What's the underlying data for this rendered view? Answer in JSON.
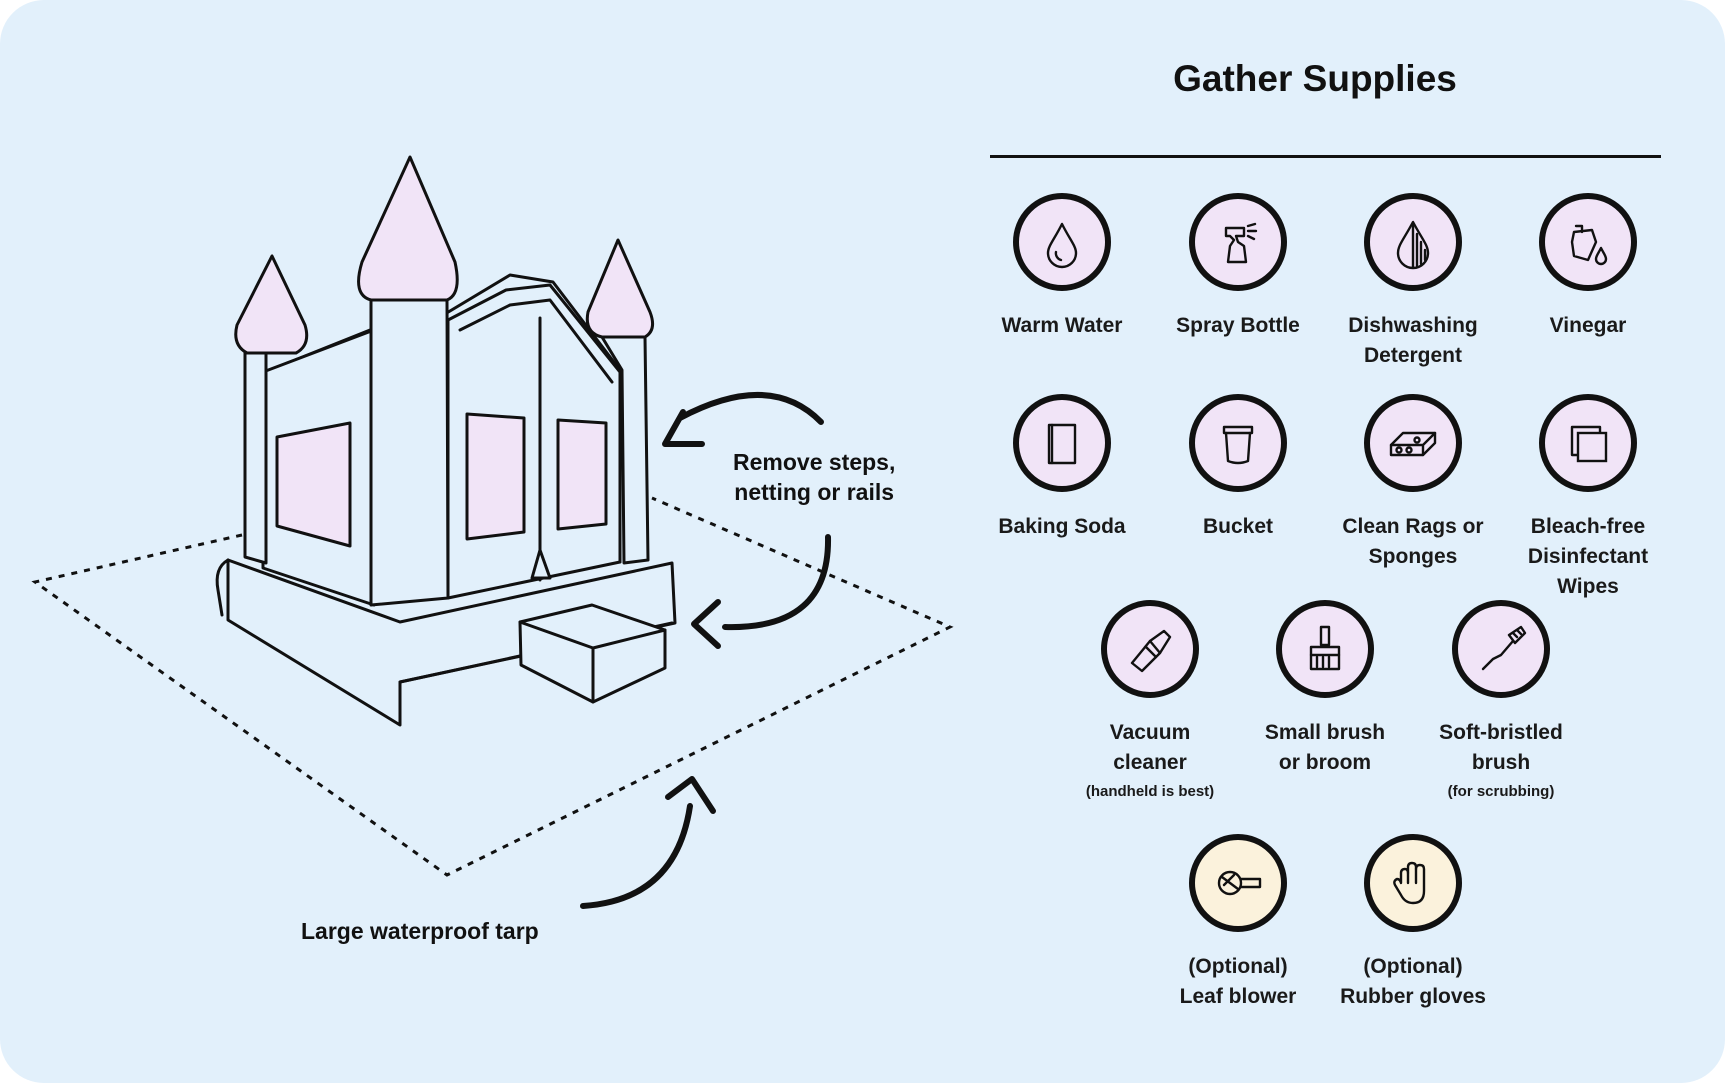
{
  "colors": {
    "background": "#e2f0fb",
    "icon_fill_primary": "#f1e4f7",
    "icon_fill_optional": "#fbf2dc",
    "line": "#111111"
  },
  "callouts": {
    "remove_steps": [
      "Remove steps,",
      "netting or rails"
    ],
    "tarp": "Large waterproof tarp"
  },
  "supplies": {
    "title": "Gather Supplies",
    "items": [
      {
        "icon": "water-drop-icon",
        "lines": [
          "Warm Water"
        ],
        "note": "",
        "optional": false
      },
      {
        "icon": "spray-bottle-icon",
        "lines": [
          "Spray Bottle"
        ],
        "note": "",
        "optional": false
      },
      {
        "icon": "detergent-drop-icon",
        "lines": [
          "Dishwashing",
          "Detergent"
        ],
        "note": "",
        "optional": false
      },
      {
        "icon": "vinegar-pour-icon",
        "lines": [
          "Vinegar"
        ],
        "note": "",
        "optional": false
      },
      {
        "icon": "baking-soda-box-icon",
        "lines": [
          "Baking Soda"
        ],
        "note": "",
        "optional": false
      },
      {
        "icon": "bucket-icon",
        "lines": [
          "Bucket"
        ],
        "note": "",
        "optional": false
      },
      {
        "icon": "sponge-icon",
        "lines": [
          "Clean Rags or",
          "Sponges"
        ],
        "note": "",
        "optional": false
      },
      {
        "icon": "wipes-icon",
        "lines": [
          "Bleach-free",
          "Disinfectant",
          "Wipes"
        ],
        "note": "",
        "optional": false
      },
      {
        "icon": "vacuum-icon",
        "lines": [
          "Vacuum",
          "cleaner"
        ],
        "note": "(handheld is best)",
        "optional": false
      },
      {
        "icon": "paint-brush-icon",
        "lines": [
          "Small brush",
          "or broom"
        ],
        "note": "",
        "optional": false
      },
      {
        "icon": "scrub-brush-icon",
        "lines": [
          "Soft-bristled",
          "brush"
        ],
        "note": "(for scrubbing)",
        "optional": false
      },
      {
        "icon": "leaf-blower-icon",
        "lines": [
          "(Optional)",
          "Leaf blower"
        ],
        "note": "",
        "optional": true
      },
      {
        "icon": "glove-icon",
        "lines": [
          "(Optional)",
          "Rubber gloves"
        ],
        "note": "",
        "optional": true
      }
    ]
  }
}
